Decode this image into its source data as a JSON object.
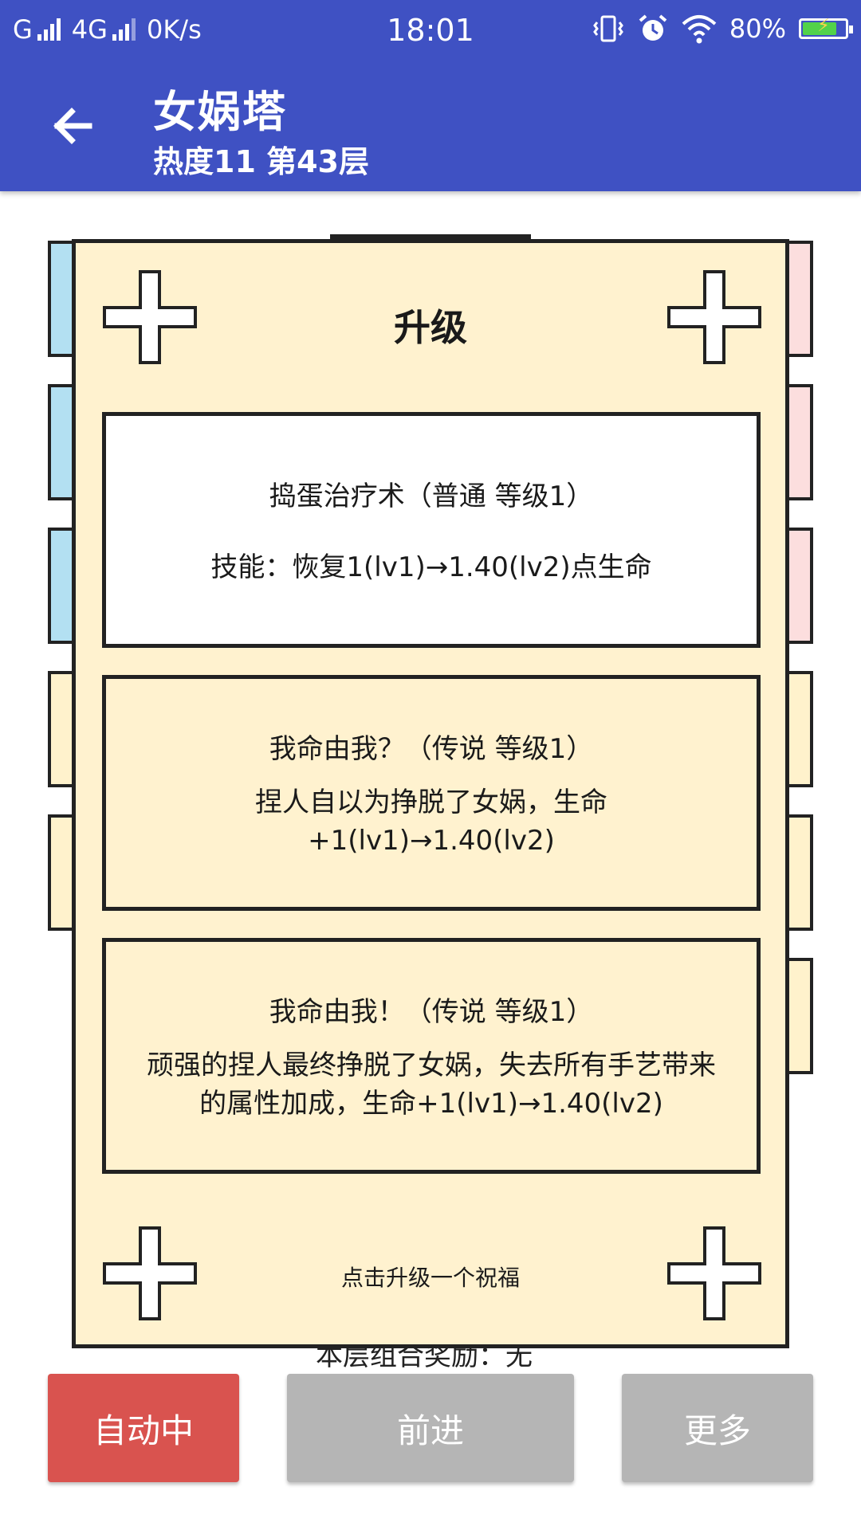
{
  "status_bar": {
    "carrier": "G",
    "network": "4G",
    "speed": "0K/s",
    "time": "18:01",
    "battery": "80%",
    "battery_level": 0.8
  },
  "app_bar": {
    "title": "女娲塔",
    "subtitle": "热度11 第43层"
  },
  "dialog": {
    "title": "升级",
    "hint": "点击升级一个祝福",
    "cards": [
      {
        "name": "捣蛋治疗术（普通 等级1）",
        "desc": "技能：恢复1(lv1)→1.40(lv2)点生命",
        "selected": true
      },
      {
        "name": "我命由我？（传说 等级1）",
        "desc": "捏人自以为挣脱了女娲，生命+1(lv1)→1.40(lv2)",
        "selected": false
      },
      {
        "name": "我命由我！（传说 等级1）",
        "desc": "顽强的捏人最终挣脱了女娲，失去所有手艺带来的属性加成，生命+1(lv1)→1.40(lv2)",
        "selected": false
      }
    ]
  },
  "background": {
    "partial_text": "本层组合奖励：无"
  },
  "buttons": {
    "auto": "自动中",
    "forward": "前进",
    "more": "更多"
  },
  "colors": {
    "app_bar": "#3f51c3",
    "dialog_bg": "#fff2cf",
    "auto_button": "#d9534f",
    "disabled_button": "#b5b5b5"
  }
}
